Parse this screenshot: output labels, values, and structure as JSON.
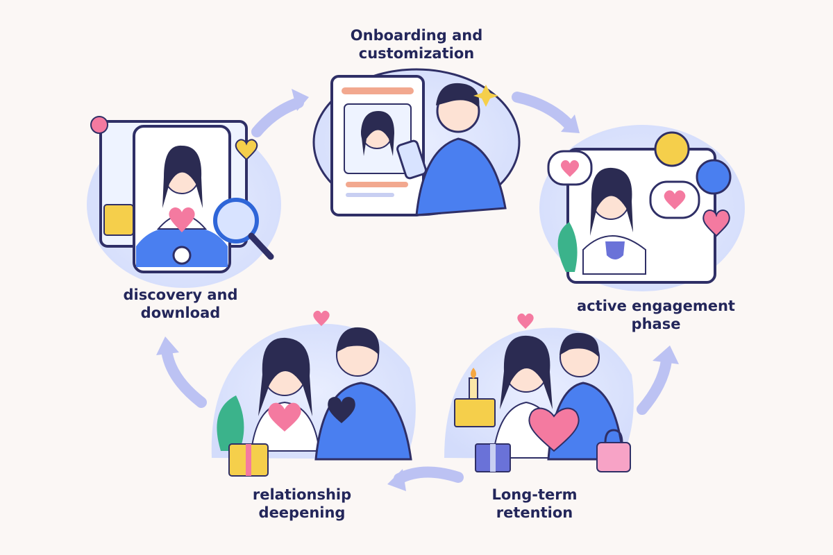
{
  "stages": [
    {
      "id": "onboarding",
      "line1": "Onboarding and",
      "line2": "customization"
    },
    {
      "id": "active",
      "line1": "active engagement",
      "line2": "phase"
    },
    {
      "id": "retention",
      "line1": "Long-term",
      "line2": "retention"
    },
    {
      "id": "relationship",
      "line1": "relationship",
      "line2": "deepening"
    },
    {
      "id": "discovery",
      "line1": "discovery and",
      "line2": "download"
    }
  ],
  "colors": {
    "background": "#fbf7f5",
    "text": "#23265a",
    "arrow": "#b9bff2",
    "outline": "#2f2f66",
    "blue": "#4a7ff0",
    "light_blue": "#d8e3ff",
    "pink": "#f47aa0",
    "yellow": "#f5cf4b",
    "skin": "#fde2d4",
    "hair": "#2b2b52",
    "green": "#3bb38b"
  },
  "icons": [
    "phone-icon",
    "magnifier-icon",
    "heart-icon",
    "chat-bubble-icon",
    "gift-icon",
    "candle-icon",
    "bag-icon",
    "tablet-icon"
  ]
}
